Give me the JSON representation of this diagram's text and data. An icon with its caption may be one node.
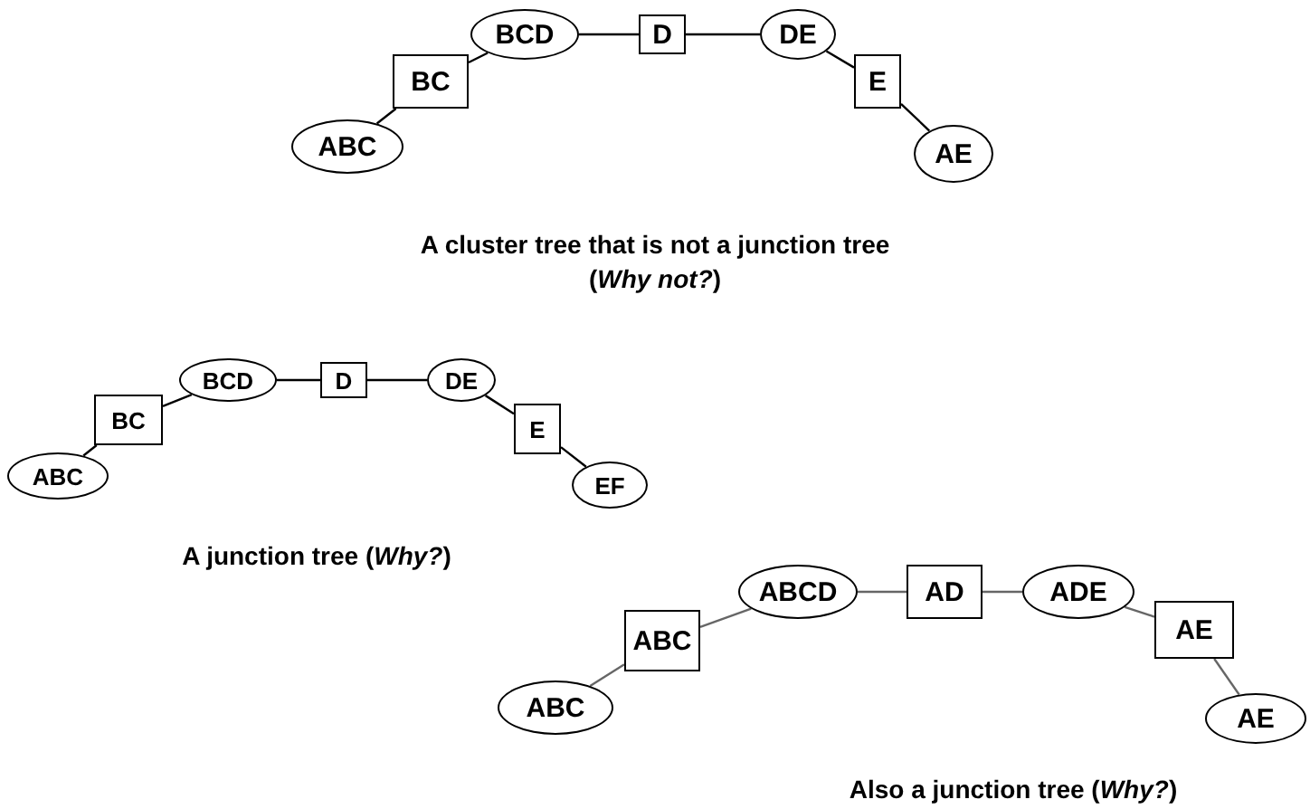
{
  "diagram": {
    "nodes": [
      {
        "text": [
          "BCD"
        ]
      },
      {
        "text": [
          "D"
        ]
      },
      {
        "text": [
          "DE"
        ]
      },
      {
        "text": [
          "BC"
        ]
      },
      {
        "text": [
          "E"
        ]
      },
      {
        "text": [
          "ABC"
        ]
      },
      {
        "text": [
          "AE"
        ]
      },
      {
        "text": [
          "BCD"
        ]
      },
      {
        "text": [
          "D"
        ]
      },
      {
        "text": [
          "DE"
        ]
      },
      {
        "text": [
          "BC"
        ]
      },
      {
        "text": [
          "E"
        ]
      },
      {
        "text": [
          "ABC"
        ]
      },
      {
        "text": [
          "EF"
        ]
      },
      {
        "text": [
          "ABCD"
        ]
      },
      {
        "text": [
          "AD"
        ]
      },
      {
        "text": [
          "ADE"
        ]
      },
      {
        "text": [
          "ABC"
        ]
      },
      {
        "text": [
          "AE"
        ]
      },
      {
        "text": [
          "ABC"
        ]
      },
      {
        "text": [
          "AE"
        ]
      }
    ],
    "edges": [
      {
        "from": 5,
        "to": 3,
        "arrow": "none"
      },
      {
        "from": 3,
        "to": 0,
        "arrow": "none"
      },
      {
        "from": 0,
        "to": 1,
        "arrow": "none"
      },
      {
        "from": 1,
        "to": 2,
        "arrow": "none"
      },
      {
        "from": 2,
        "to": 4,
        "arrow": "none"
      },
      {
        "from": 4,
        "to": 6,
        "arrow": "none"
      },
      {
        "from": 12,
        "to": 10,
        "arrow": "none"
      },
      {
        "from": 10,
        "to": 7,
        "arrow": "none"
      },
      {
        "from": 7,
        "to": 8,
        "arrow": "none"
      },
      {
        "from": 8,
        "to": 9,
        "arrow": "none"
      },
      {
        "from": 9,
        "to": 11,
        "arrow": "none"
      },
      {
        "from": 11,
        "to": 13,
        "arrow": "none"
      },
      {
        "from": 19,
        "to": 17,
        "arrow": "none",
        "color": "#666666"
      },
      {
        "from": 17,
        "to": 14,
        "arrow": "none",
        "color": "#666666"
      },
      {
        "from": 14,
        "to": 15,
        "arrow": "none",
        "color": "#666666"
      },
      {
        "from": 15,
        "to": 16,
        "arrow": "none",
        "color": "#666666"
      },
      {
        "from": 16,
        "to": 18,
        "arrow": "none",
        "color": "#666666"
      },
      {
        "from": 18,
        "to": 20,
        "arrow": "none",
        "color": "#666666"
      }
    ],
    "labels": [
      "A cluster tree that is not a junction tree",
      "(*Why not?*)",
      "A junction tree (*Why?*)",
      "Also a junction tree (*Why?*)"
    ]
  }
}
